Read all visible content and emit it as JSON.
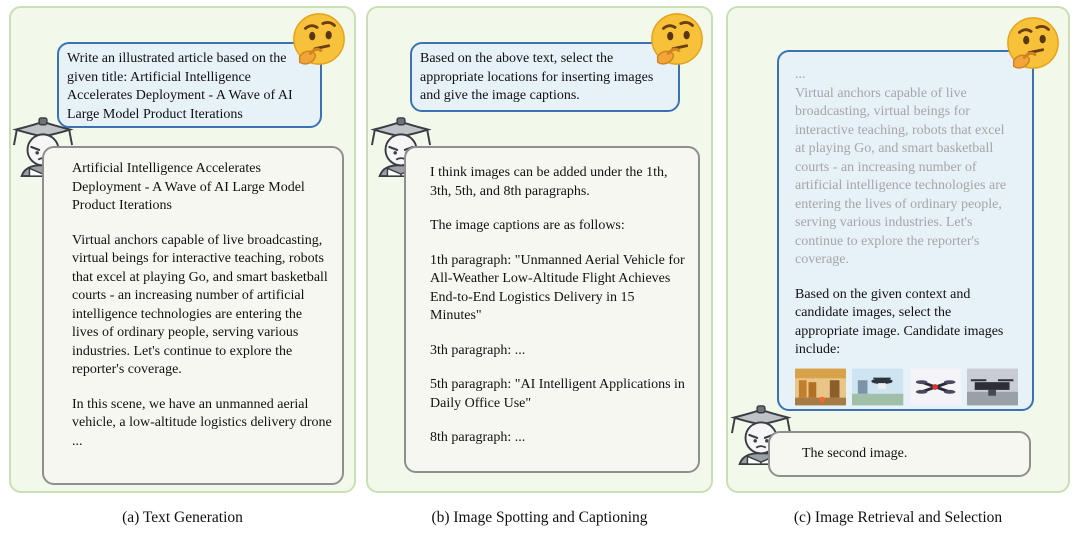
{
  "panel_a": {
    "user_prompt": "Write an illustrated article based on the given title: Artificial Intelligence Accelerates Deployment - A Wave of AI Large Model Product Iterations",
    "response_paragraphs": [
      "Artificial Intelligence Accelerates Deployment - A Wave of AI Large Model Product Iterations",
      "Virtual anchors capable of live broadcasting, virtual beings for interactive teaching, robots that excel at playing Go, and smart basketball courts - an increasing number of artificial intelligence technologies are entering the lives of ordinary people, serving various industries. Let's continue to explore the reporter's coverage.",
      "In this scene, we have an unmanned aerial vehicle, a low-altitude logistics delivery drone ..."
    ],
    "caption": "(a) Text Generation"
  },
  "panel_b": {
    "user_prompt": "Based on the above text, select the appropriate locations for inserting images and give the image captions.",
    "response_paragraphs": [
      "I think images can be added under the 1th, 3th, 5th, and 8th paragraphs.",
      "The image captions are as follows:",
      "1th paragraph: \"Unmanned Aerial Vehicle for All-Weather Low-Altitude Flight Achieves End-to-End Logistics Delivery in 15 Minutes\"",
      "3th paragraph: ...",
      "5th paragraph: \"AI Intelligent Applications in Daily Office Use\"",
      "8th paragraph: ..."
    ],
    "caption": "(b) Image Spotting and Captioning"
  },
  "panel_c": {
    "context_ellipsis": "...",
    "context_text": "Virtual anchors capable of live broadcasting, virtual beings for interactive teaching, robots that excel at playing Go, and smart basketball courts - an increasing number of artificial intelligence technologies are entering the lives of ordinary people, serving various industries. Let's continue to explore the reporter's coverage.",
    "instruction": "Based on the given context and candidate images, select the appropriate image. Candidate images include:",
    "response": "The second image.",
    "caption": "(c) Image Retrieval and Selection"
  },
  "icons": {
    "user": "thinking-face-emoji",
    "assistant": "scholar-robot-avatar",
    "candidate_images": [
      "warehouse-drone-image",
      "delivery-drone-image",
      "quadcopter-image",
      "drone-landing-image"
    ]
  },
  "colors": {
    "panel_border": "#c9dfb4",
    "panel_bg": "#f2f8ea",
    "user_border": "#3b72b3",
    "user_bg": "#e7f1f8",
    "bot_border": "#8f8f8f"
  }
}
